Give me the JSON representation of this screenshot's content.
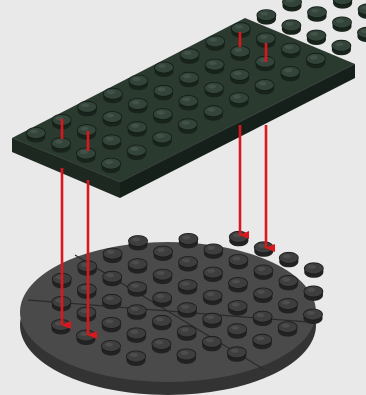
{
  "instruction": {
    "step_type": "assembly-diagram",
    "parts": [
      {
        "name": "plate",
        "shape": "rectangular",
        "studs_wide": 4,
        "studs_long": 12,
        "color": "#2b3a2f"
      },
      {
        "name": "round-plate",
        "shape": "round",
        "studs_across": 8,
        "color": "#4a4a4a"
      }
    ],
    "guide_arrow_count": 4,
    "colors": {
      "background": "#e9e9e9",
      "arrow": "#d9171d",
      "plate_top": "#2b3a2f",
      "plate_side": "#1d2820",
      "round_top": "#4a4a4a",
      "round_side": "#333333"
    }
  }
}
